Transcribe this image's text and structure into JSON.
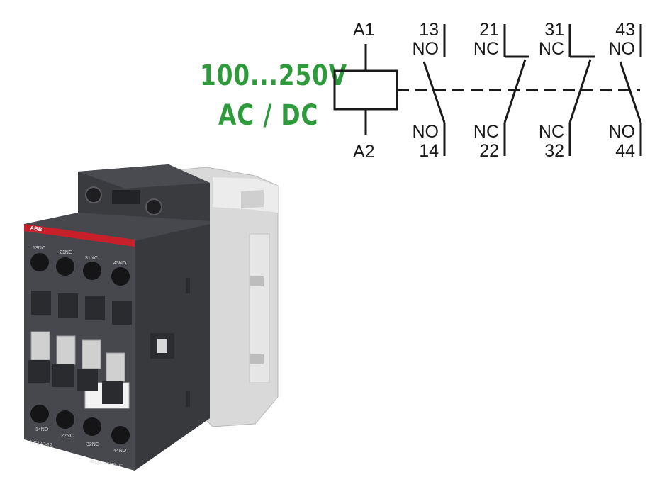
{
  "coil": {
    "voltage": "100...250V",
    "type": "AC / DC",
    "top_terminal": "A1",
    "bottom_terminal": "A2"
  },
  "contacts": [
    {
      "top_num": "13",
      "top_type": "NO",
      "bottom_type": "NO",
      "bottom_num": "14",
      "kind": "NO"
    },
    {
      "top_num": "21",
      "top_type": "NC",
      "bottom_type": "NC",
      "bottom_num": "22",
      "kind": "NC"
    },
    {
      "top_num": "31",
      "top_type": "NC",
      "bottom_type": "NC",
      "bottom_num": "32",
      "kind": "NC"
    },
    {
      "top_num": "43",
      "top_type": "NO",
      "bottom_type": "NO",
      "bottom_num": "44",
      "kind": "NO"
    }
  ],
  "device": {
    "brand": "ABB",
    "top_labels": [
      "13NO",
      "21NC",
      "31NC",
      "43NO"
    ],
    "bottom_labels": [
      "14NO",
      "22NC",
      "32NC",
      "44NO"
    ],
    "model": "NF22E-12",
    "rating": "48-130V50/60HZ-DC"
  },
  "colors": {
    "voltage_text": "#2e9a3c",
    "body_dark": "#3d3e42",
    "body_light": "#dcdcdc",
    "brand_red": "#c8202a"
  }
}
